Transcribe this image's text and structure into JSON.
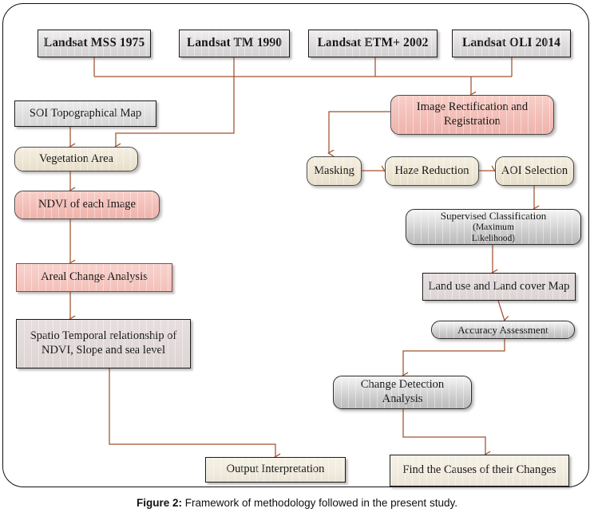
{
  "figure": {
    "label": "Figure 2:",
    "caption": " Framework of methodology followed in the present study."
  },
  "colors": {
    "connector": "#a0522d",
    "pink": "#f5c6c0",
    "gray": "#d8d6d6",
    "cream": "#efe7d6",
    "mauve": "#e2dada",
    "border_dark": "#1a1a1a"
  },
  "diagram": {
    "type": "flowchart",
    "title": "Framework of methodology",
    "sources": [
      {
        "id": "mss",
        "label": "Landsat MSS 1975"
      },
      {
        "id": "tm",
        "label": "Landsat TM 1990"
      },
      {
        "id": "etm",
        "label": "Landsat ETM+ 2002"
      },
      {
        "id": "oli",
        "label": "Landsat OLI 2014"
      }
    ],
    "left_branch": [
      {
        "id": "soi",
        "label": "SOI Topographical Map"
      },
      {
        "id": "veg",
        "label": "Vegetation Area"
      },
      {
        "id": "ndvi",
        "label": "NDVI of each Image"
      },
      {
        "id": "areal",
        "label": "Areal Change Analysis"
      },
      {
        "id": "spatio",
        "line1": "Spatio Temporal relationship of",
        "line2": "NDVI, Slope and sea level"
      }
    ],
    "right_branch": [
      {
        "id": "rect",
        "line1": "Image Rectification and",
        "line2": "Registration"
      },
      {
        "id": "mask",
        "label": "Masking"
      },
      {
        "id": "haze",
        "label": "Haze Reduction"
      },
      {
        "id": "aoi",
        "label": "AOI Selection"
      },
      {
        "id": "supcls",
        "line1": "Supervised Classification ",
        "line1b": "(Maximum",
        "line2": "Likelihood)"
      },
      {
        "id": "lulc",
        "label": "Land use and Land cover Map"
      },
      {
        "id": "acc",
        "label": "Accuracy Assessment"
      },
      {
        "id": "chg",
        "line1": "Change Detection",
        "line2": "Analysis"
      }
    ],
    "outputs": [
      {
        "id": "outint",
        "label": "Output Interpretation"
      },
      {
        "id": "causes",
        "label": "Find the Causes of their Changes"
      }
    ]
  }
}
